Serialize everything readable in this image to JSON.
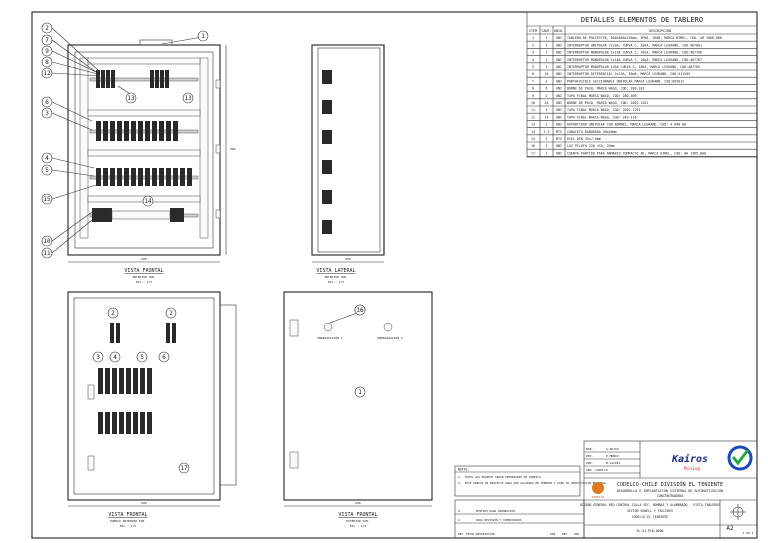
{
  "table": {
    "title": "DETALLES ELEMENTOS DE TABLERO",
    "headers": [
      "ITEM",
      "CANT.",
      "UNID.",
      "DESCRIPCIÓN"
    ],
    "rows": [
      [
        "1",
        "1",
        "UNI",
        "TABLERO DE POLIESTER, 600x800x250mm, IP66, IK08, MARCA HIMEL, COD. AH 1068.000"
      ],
      [
        "2",
        "2",
        "UNI",
        "INTERRUPTOR UNIPOLAR 2x10A, CURVA C, 10kA, MARCA LEGRAND, COD:407801"
      ],
      [
        "3",
        "1",
        "UNI",
        "INTERRUPTOR MONOPOLAR 1x10A CURVA C, 10kA, MARCA LEGRAND, COD:407786"
      ],
      [
        "4",
        "1",
        "UNI",
        "INTERRUPTOR MONOPOLAR 1x16A CURVA C, 10kA, MARCA LEGRAND, COD:407787"
      ],
      [
        "5",
        "1",
        "UNI",
        "INTERRUPTOR MONOPOLAR 1x6A CURVA C, 10kA, MARCA LEGRAND, COD:407785"
      ],
      [
        "6",
        "10",
        "UNI",
        "INTERRUPTOR DIFERENCIAL 2x25A, 30mA, MARCA LEGRAND, COD:411505"
      ],
      [
        "7",
        "2",
        "UNI",
        "PORTAFUSIBLE SECCIONABLE UNIPOLAR MARCA LEGRAND, COD:005812"
      ],
      [
        "8",
        "6",
        "UNI",
        "BORNE DE PASO, MARCA WAGO, COD: 280-101"
      ],
      [
        "9",
        "2",
        "UNI",
        "TAPA FINAL MARCA WAGO, COD: 280-309"
      ],
      [
        "10",
        "24",
        "UNI",
        "BORNE DE PASO, MARCA WAGO, COD: 2001-1201"
      ],
      [
        "11",
        "3",
        "UNI",
        "TAPA FINAL MARCA WAGO, COD: 2002-1291"
      ],
      [
        "12",
        "14",
        "UNI",
        "TAPA FINAL MARCA WAGO, COD: 249-116"
      ],
      [
        "13",
        "2",
        "UNI",
        "REPARTIDOR UNIPOLAR CON BORNES, MARCA LEGRAND, COD: 4 048 80"
      ],
      [
        "14",
        "2.5",
        "MTS",
        "CANALETA RANURADA 40x40mm"
      ],
      [
        "15",
        "2",
        "MTS",
        "RIEL DIN 35x7.5mm"
      ],
      [
        "16",
        "2",
        "UNI",
        "LUZ PILOTO 220 VCA, 22mm"
      ],
      [
        "17",
        "1",
        "UNI",
        "CUENTA PARTIDO PARA ARMARIO COMPACTO AE, MARCA HIMEL, COD: AH 1465.000"
      ]
    ]
  },
  "views": {
    "frontal": "VISTA FRONTAL",
    "frontal_sub1": "INTERIOR TAB.",
    "frontal_sub2": "ESC.: 1/5",
    "lateral": "VISTA LATERAL",
    "lateral_sub1": "INTERIOR TAB.",
    "lateral_sub2": "ESC.: 1/5",
    "frontal2": "VISTA FRONTAL",
    "frontal2_sub1": "PUERTA INTERIOR TAB.",
    "frontal2_sub2": "ESC.: 1/5",
    "frontal3": "VISTA FRONTAL",
    "frontal3_sub1": "EXTERIOR TAB.",
    "frontal3_sub2": "ESC.: 1/5"
  },
  "callouts": {
    "a": "1",
    "b": "2",
    "c": "3",
    "d": "4",
    "e": "5",
    "f": "6",
    "g": "7",
    "h": "8",
    "i": "9",
    "j": "10",
    "k": "11",
    "l": "12",
    "m": "13",
    "n": "14",
    "o": "15",
    "p": "16",
    "q": "17"
  },
  "pilot_labels": [
    "ENERGIZACIÓN 1",
    "ENERGIZACIÓN 2"
  ],
  "notes": {
    "title": "NOTAS:",
    "lines": [
      "1.- TODOS LOS EQUIPOS SERÁN ENTREGADOS EN FABRICA.",
      "2.- ESTE DIBUJO DE PROYECTO PARA SER VALIDADO EN TERRENO Y PARA SU VERIFICACIÓN EN FINAL."
    ]
  },
  "title_block": {
    "company": "CODELCO-CHILE DIVISIÓN EL TENIENTE",
    "project": "DESARROLLO E IMPLANTACIÓN SISTEMAS DE AUTOMATIZACIÓN",
    "project2": "CONCENTRADORA",
    "drawing": "DISEÑO GENERAL RED CONTROL COLLA SEC. BOMBAS Y ALUMBRADO - VISTA TABLEROS",
    "drawing2": "SECTOR SEWELL Y TALLERES",
    "drawing3": "CODELCO EL TENIENTE",
    "brand": "Kairos",
    "brand_sub": "Mining",
    "codelco": "CODELCO",
    "size": "A2",
    "rev_rows": [
      [
        "0",
        "EMITIDO PARA APROBACIÓN",
        "",
        "",
        ""
      ],
      [
        "A",
        "PARA REVISIÓN Y COMENTARIOS",
        "",
        "",
        ""
      ]
    ],
    "rev_header": [
      "REV",
      "FECHA",
      "DESCRIPCIÓN",
      "DIB",
      "REV",
      "APR"
    ],
    "sign_rows": [
      [
        "DIB.",
        "G.ROJAS"
      ],
      [
        "REV.",
        "P.MUÑOZ"
      ],
      [
        "APR.",
        "M.VALDÉS"
      ],
      [
        "APR. CODELCO",
        ""
      ]
    ],
    "plan_no": "EL-01-PLN-0006",
    "sheet": "1 DE 1"
  }
}
